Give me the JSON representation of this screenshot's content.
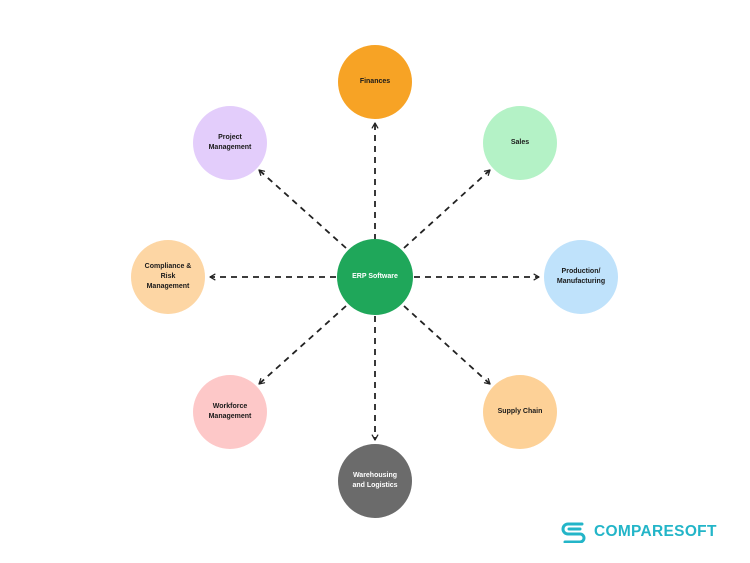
{
  "center": {
    "label": "ERP Software",
    "color": "#1fa75a"
  },
  "nodes": [
    {
      "id": "finances",
      "label": "Finances",
      "color": "#f7a325"
    },
    {
      "id": "sales",
      "label": "Sales",
      "color": "#b4f2c6"
    },
    {
      "id": "production",
      "label": "Production/\nManufacturing",
      "color": "#bfe2fb"
    },
    {
      "id": "supply-chain",
      "label": "Supply Chain",
      "color": "#fdd197"
    },
    {
      "id": "warehousing",
      "label": "Warehousing\nand Logistics",
      "color": "#6b6b6b"
    },
    {
      "id": "workforce",
      "label": "Workforce\nManagement",
      "color": "#fdc8c8"
    },
    {
      "id": "compliance",
      "label": "Compliance &\nRisk\nManagement",
      "color": "#fdd6a4"
    },
    {
      "id": "project",
      "label": "Project\nManagement",
      "color": "#e3cdfb"
    }
  ],
  "logo": {
    "text": "COMPARESOFT",
    "color": "#23b5c8",
    "icon": "comparesoft-logo-icon"
  }
}
